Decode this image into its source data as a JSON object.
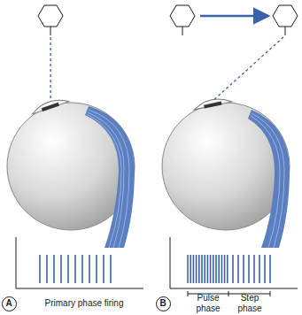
{
  "diagram": {
    "nodes": [
      {
        "text": [
          "A"
        ]
      },
      {
        "text": [
          "B"
        ]
      }
    ],
    "labels": [
      "Primary phase firing",
      "Pulse phase",
      "Step phase"
    ]
  }
}
